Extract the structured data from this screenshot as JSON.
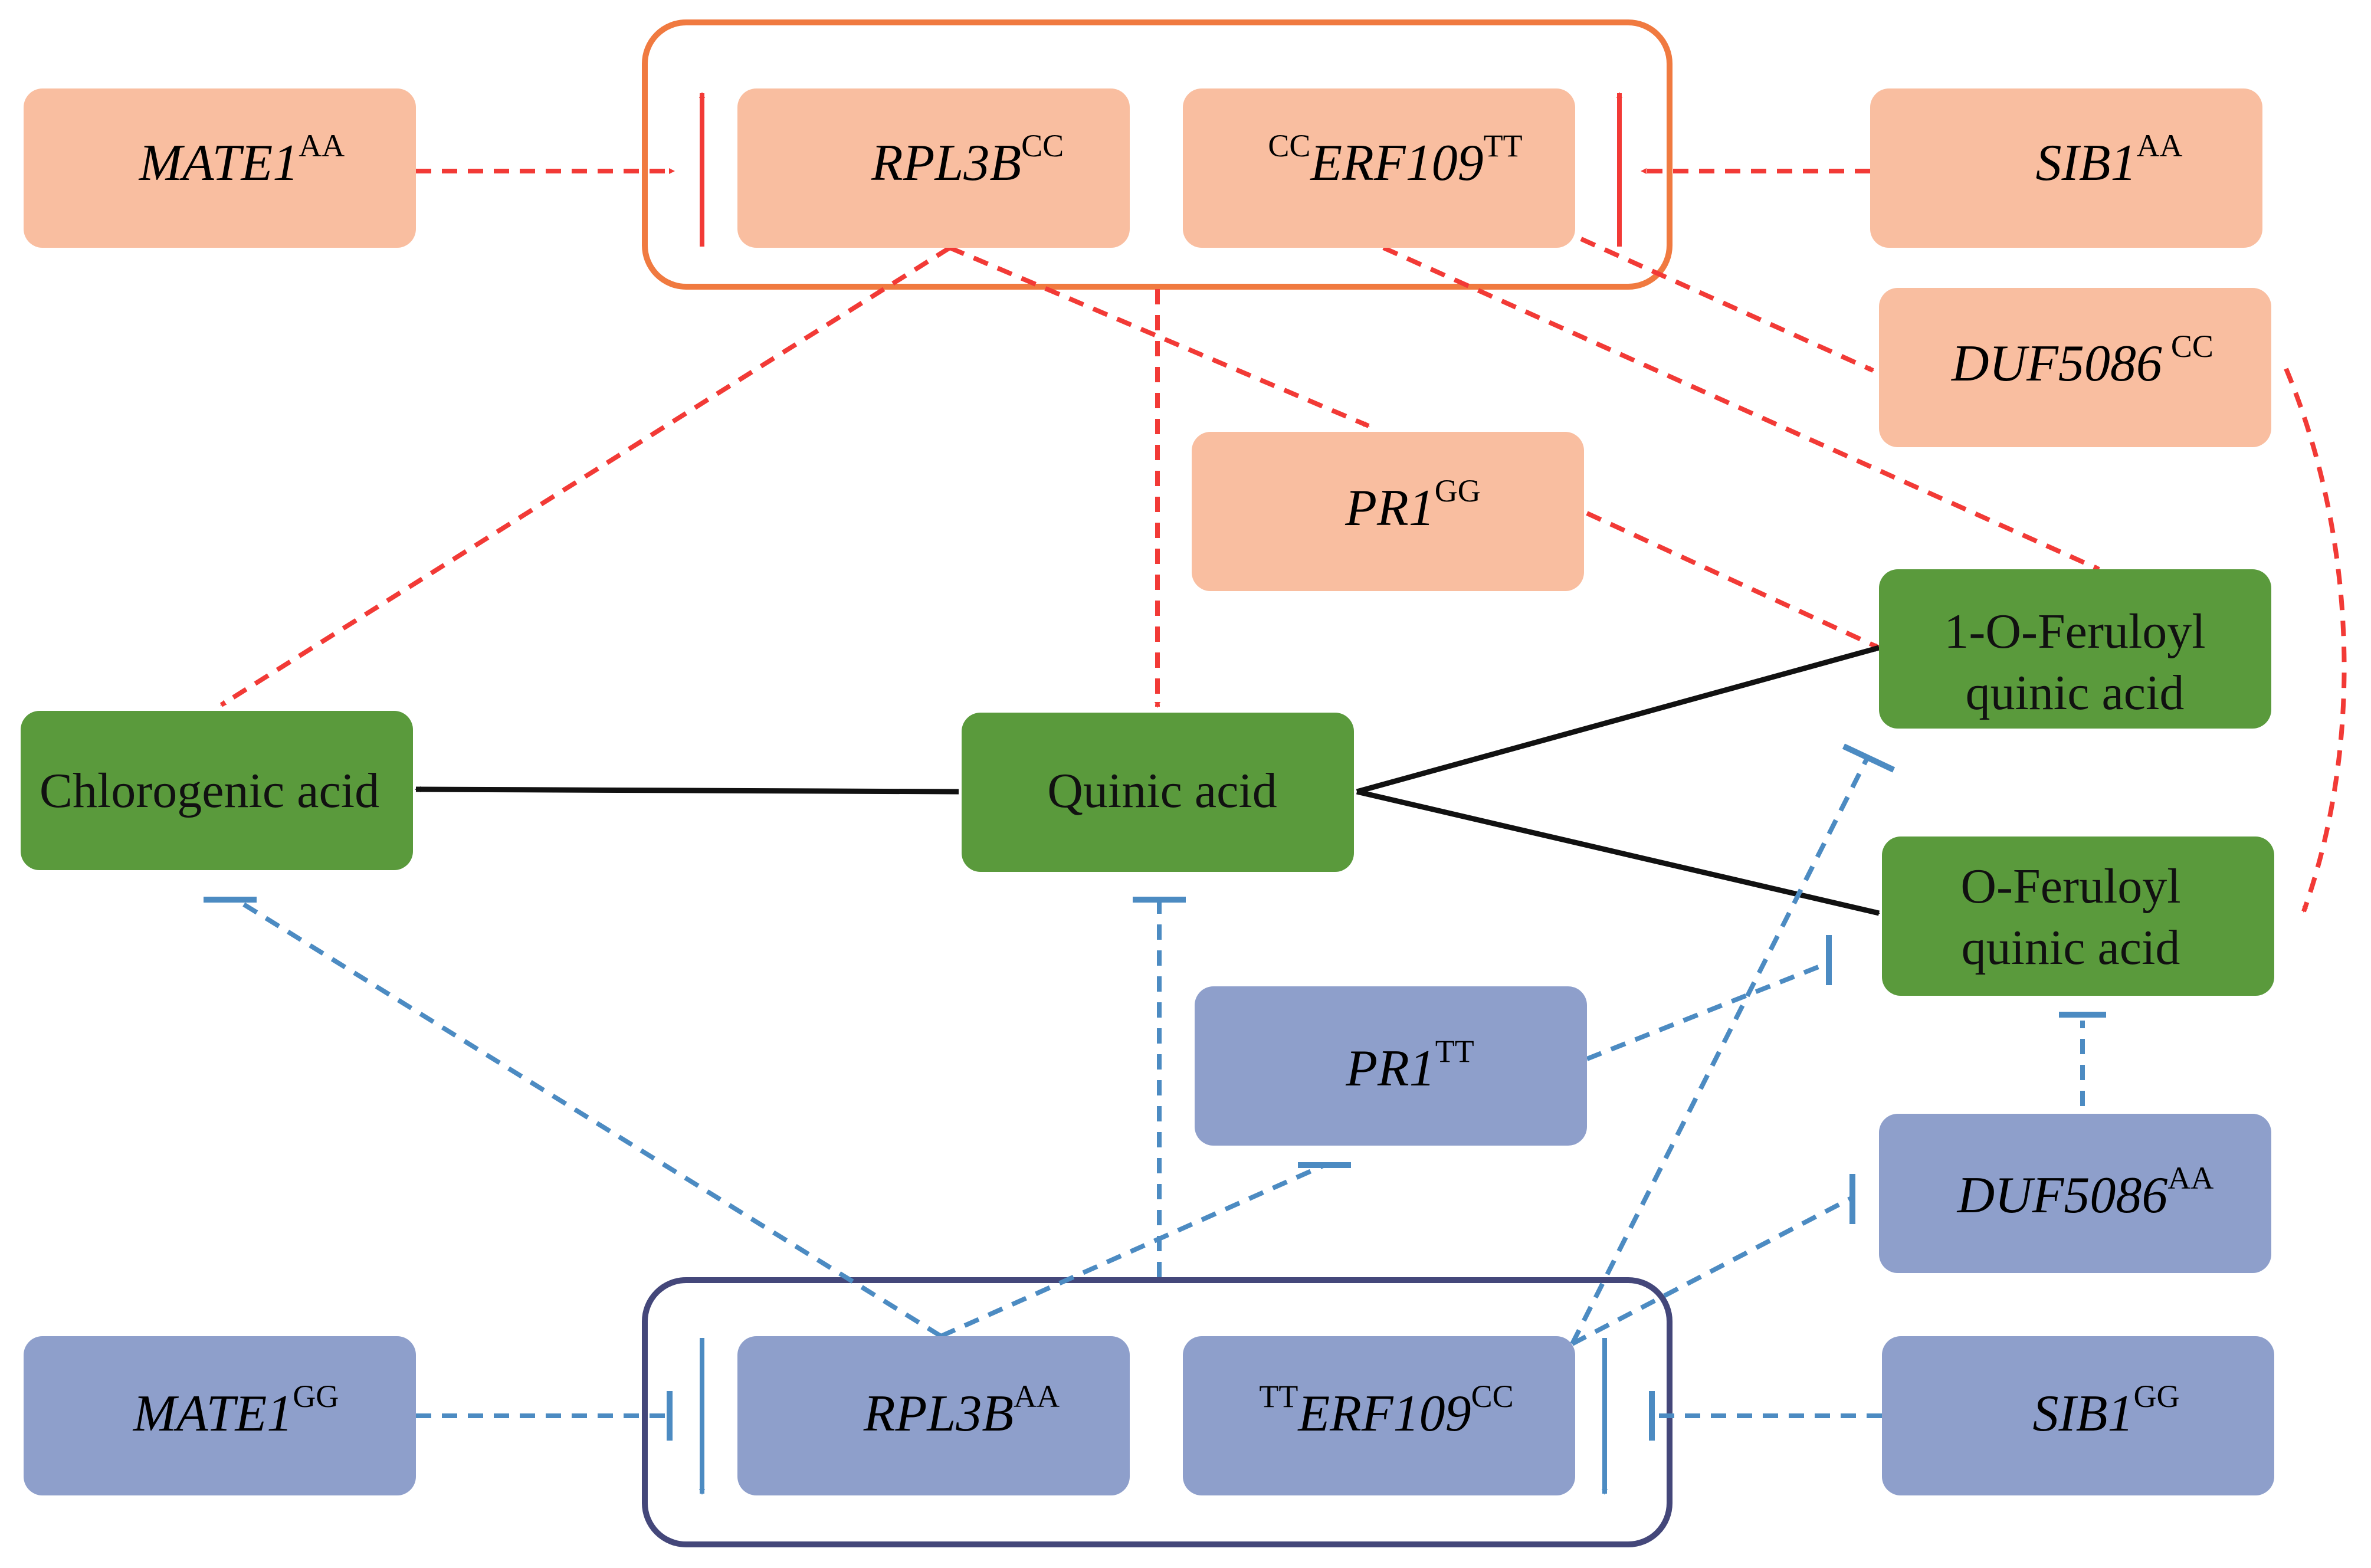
{
  "colors": {
    "up_fill": "#F9BEA0",
    "up_frame": "#F07A40",
    "up_edge": "#F23A36",
    "down_fill": "#8E9FCB",
    "down_frame": "#44477A",
    "down_edge": "#4C8BC2",
    "metabolite_fill": "#5A9A3C",
    "flux_edge": "#111111"
  },
  "genes": {
    "mate1_aa": {
      "name": "MATE1",
      "allele": "AA"
    },
    "rpl3b_cc": {
      "name": "RPL3B",
      "allele": "CC"
    },
    "erf109_cctt": {
      "pre": "CC",
      "name": "ERF109",
      "post": "TT"
    },
    "sib1_aa": {
      "name": "SIB1",
      "allele": "AA"
    },
    "duf5086_cc": {
      "name": "DUF5086",
      "allele": "CC"
    },
    "pr1_gg": {
      "name": "PR1",
      "allele": "GG"
    },
    "pr1_tt": {
      "name": "PR1",
      "allele": "TT"
    },
    "duf5086_aa": {
      "name": "DUF5086",
      "allele": "AA"
    },
    "mate1_gg": {
      "name": "MATE1",
      "allele": "GG"
    },
    "rpl3b_aa": {
      "name": "RPL3B",
      "allele": "AA"
    },
    "erf109_ttcc": {
      "pre": "TT",
      "name": "ERF109",
      "post": "CC"
    },
    "sib1_gg": {
      "name": "SIB1",
      "allele": "GG"
    }
  },
  "metabolites": {
    "chlorogenic": {
      "label": "Chlorogenic acid"
    },
    "quinic": {
      "label": "Quinic acid"
    },
    "feruloyl_1o": {
      "line1": "1-O-Feruloyl",
      "line2": "quinic acid"
    },
    "feruloyl_o": {
      "line1": "O-Feruloyl",
      "line2": "quinic acid"
    }
  }
}
